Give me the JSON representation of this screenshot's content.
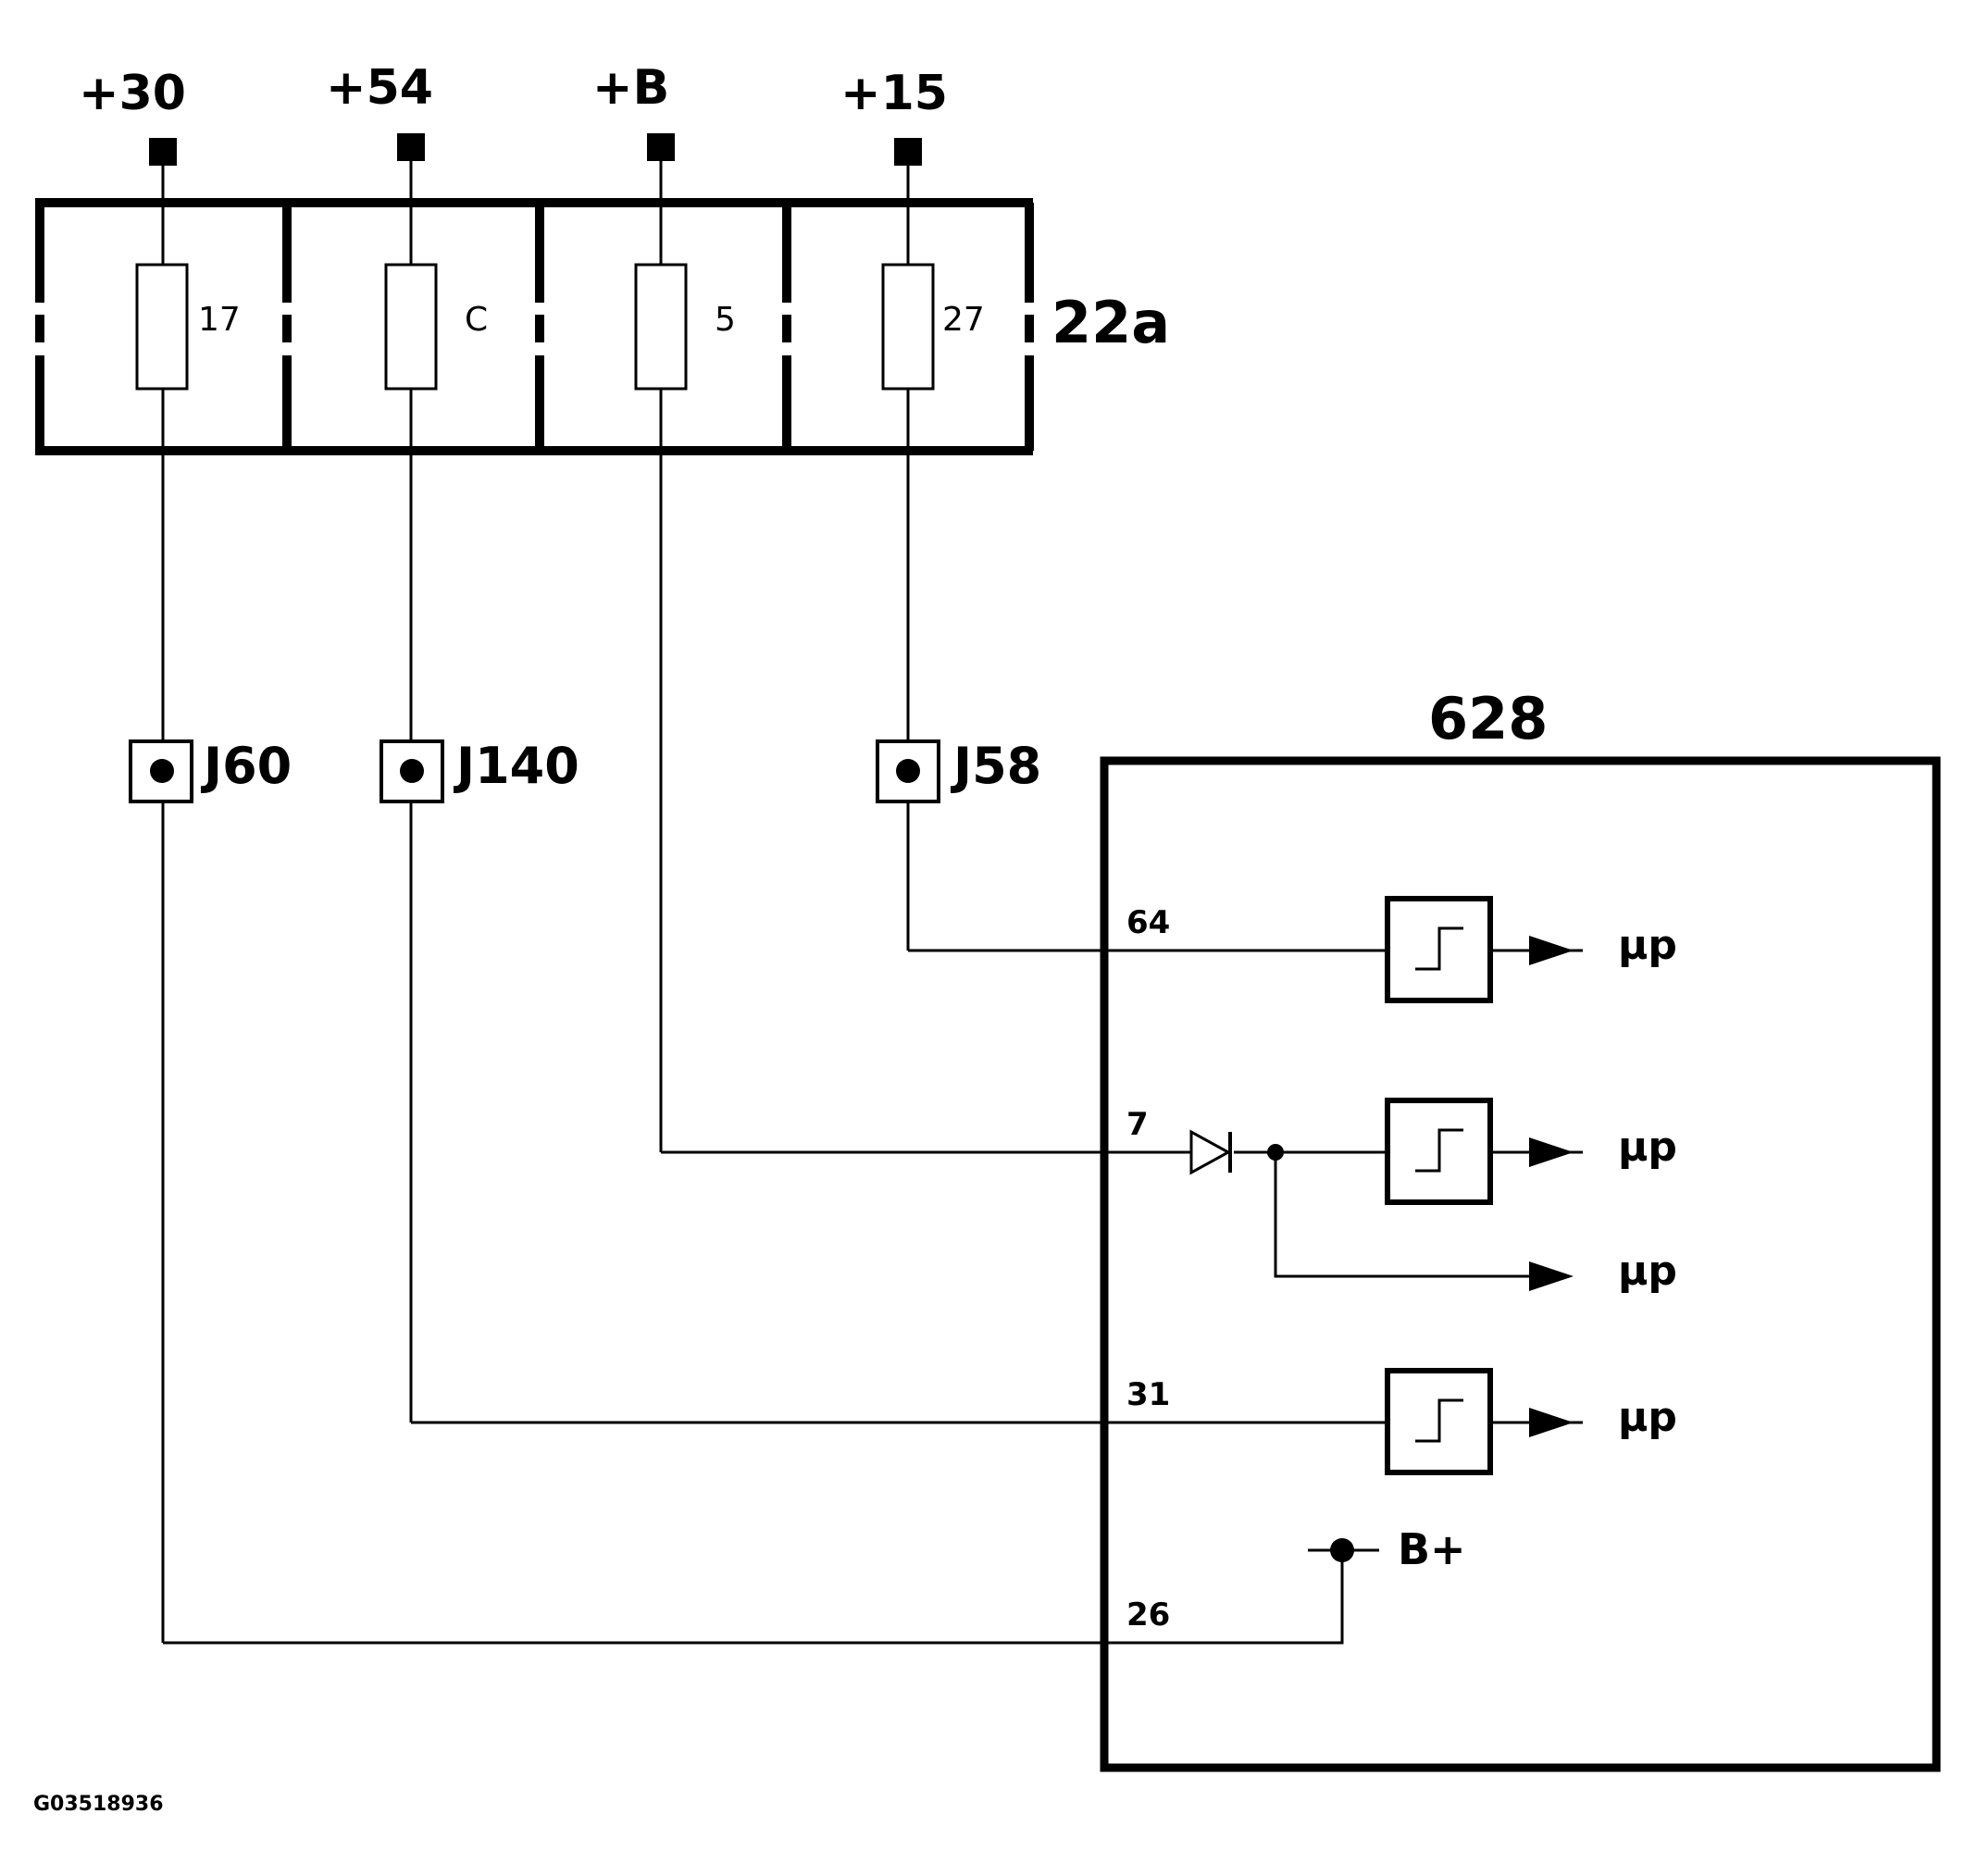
{
  "supplies": [
    {
      "id": "30",
      "label": "+30"
    },
    {
      "id": "54",
      "label": "+54"
    },
    {
      "id": "b",
      "label": "+B"
    },
    {
      "id": "15",
      "label": "+15"
    }
  ],
  "fuse_box": {
    "label": "22a",
    "fuses": [
      {
        "id": "17",
        "label": "17"
      },
      {
        "id": "c",
        "label": "C"
      },
      {
        "id": "5",
        "label": "5"
      },
      {
        "id": "27",
        "label": "27"
      }
    ]
  },
  "connectors": [
    {
      "id": "j60",
      "label": "J60"
    },
    {
      "id": "j140",
      "label": "J140"
    },
    {
      "id": "j58",
      "label": "J58"
    }
  ],
  "module": {
    "label": "628",
    "pins": [
      {
        "id": "64",
        "label": "64"
      },
      {
        "id": "7",
        "label": "7"
      },
      {
        "id": "31",
        "label": "31"
      },
      {
        "id": "26",
        "label": "26"
      }
    ],
    "outputs": [
      {
        "id": "out-1",
        "label": "µp"
      },
      {
        "id": "out-2",
        "label": "µp"
      },
      {
        "id": "out-3",
        "label": "µp"
      },
      {
        "id": "out-4",
        "label": "µp"
      }
    ],
    "power_node": {
      "label": "B+"
    }
  },
  "reference_code": "G03518936",
  "colors": {
    "line": "#000000",
    "background": "#ffffff"
  }
}
